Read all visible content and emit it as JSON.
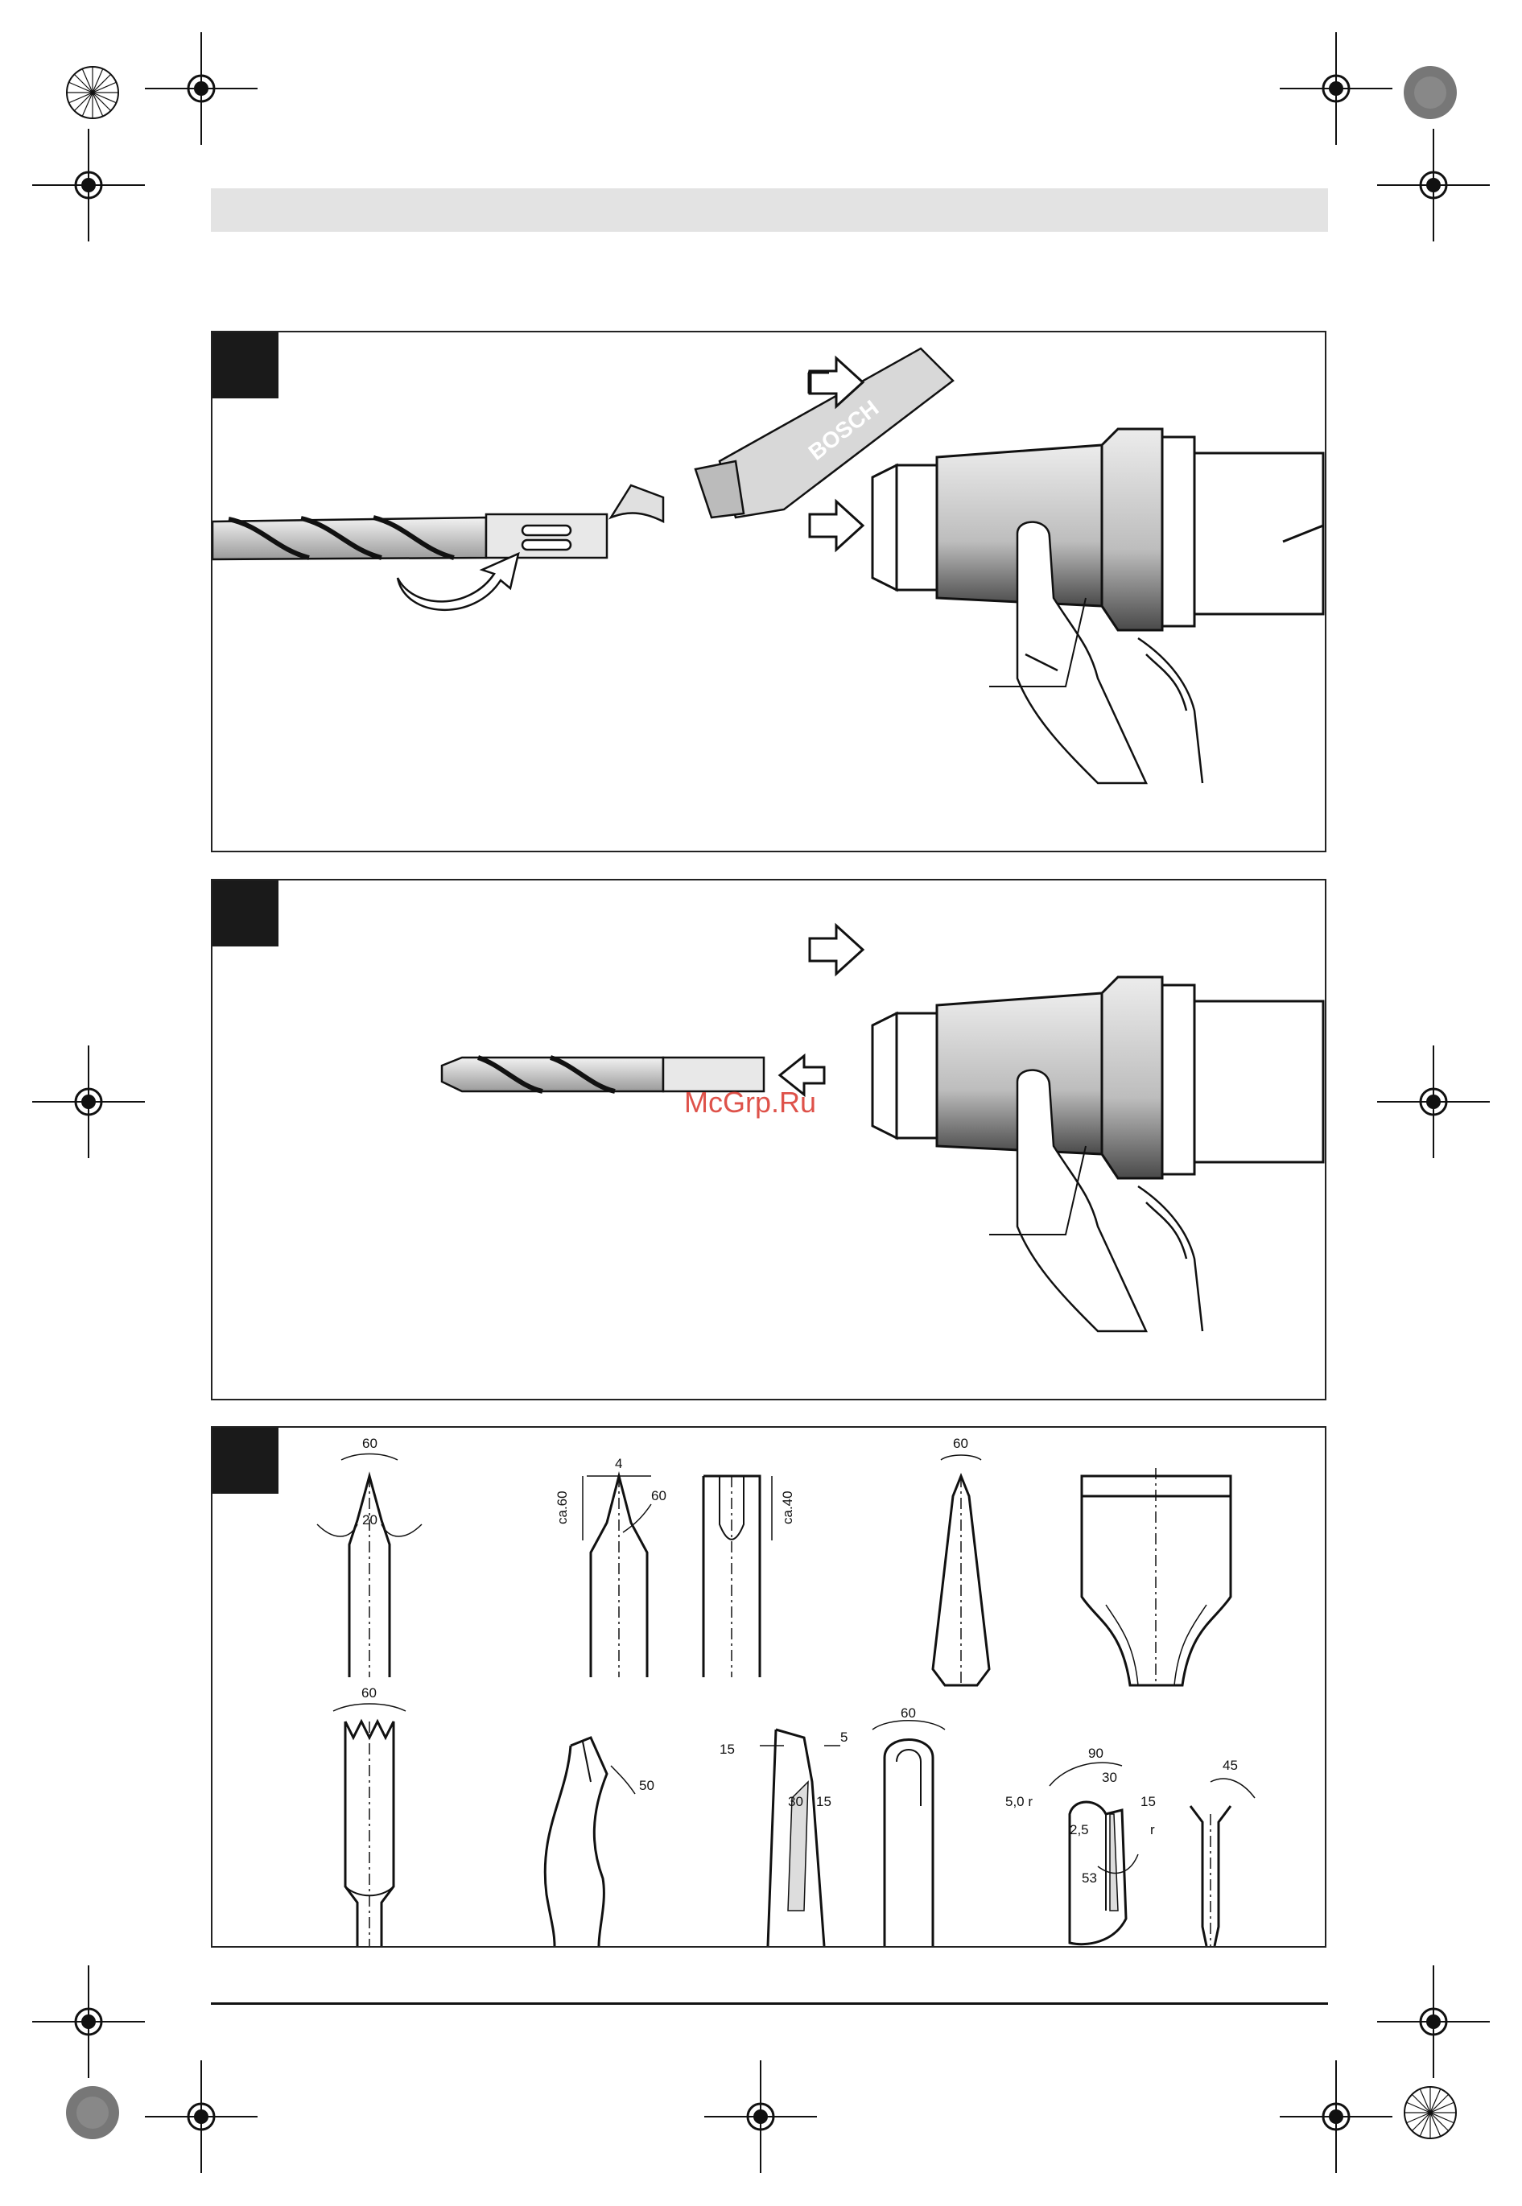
{
  "tube": {
    "brand": "BOSCH"
  },
  "watermark": {
    "text": "McGrp.Ru"
  },
  "tools_top": [
    {
      "id": "pointed-chisel",
      "dims": [
        "60",
        "20"
      ]
    },
    {
      "id": "pointed-chisel-2",
      "dims": [
        "4",
        "ca.60",
        "60"
      ]
    },
    {
      "id": "flat-chisel",
      "dims": [
        "ca.40"
      ]
    },
    {
      "id": "cone-chisel",
      "dims": [
        "60"
      ]
    },
    {
      "id": "spade-chisel",
      "dims": []
    }
  ],
  "tools_bottom": [
    {
      "id": "toothed-chisel",
      "dims": [
        "60"
      ]
    },
    {
      "id": "hollow-chisel",
      "dims": [
        "50"
      ]
    },
    {
      "id": "edge-chisel",
      "dims": [
        "15",
        "5",
        "30",
        "15"
      ]
    },
    {
      "id": "gouge-chisel",
      "dims": [
        "60"
      ]
    },
    {
      "id": "joint-chisel",
      "dims": [
        "90",
        "30",
        "5,0 r",
        "15",
        "2,5",
        "r",
        "53"
      ]
    },
    {
      "id": "groove-chisel",
      "dims": [
        "45"
      ]
    }
  ]
}
